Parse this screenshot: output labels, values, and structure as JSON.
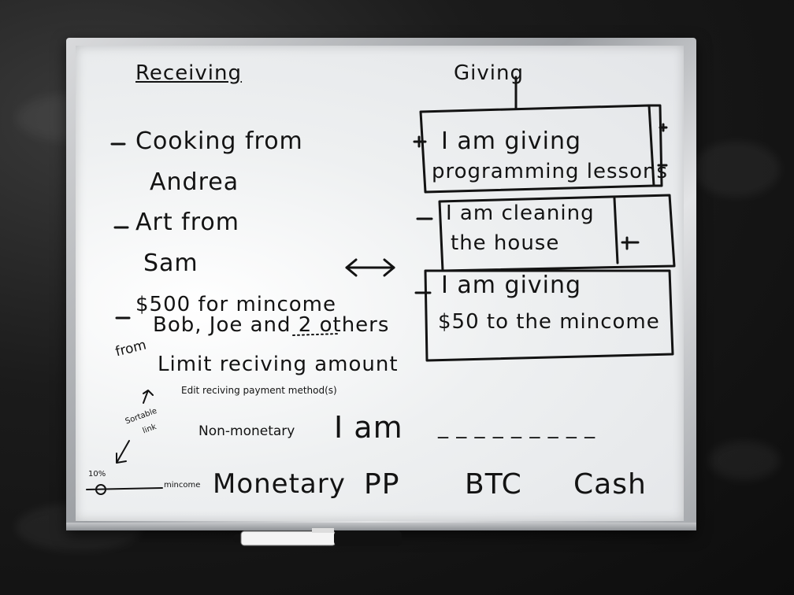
{
  "board": {
    "receiving_header": "Receiving",
    "giving_header": "Giving",
    "receiving_items": [
      {
        "line1": "Cooking from",
        "line2": "Andrea"
      },
      {
        "line1": "Art from",
        "line2": "Sam"
      },
      {
        "line1": "$500 for mincome",
        "line2": "Bob, Joe and 2 others"
      }
    ],
    "from_label": "from",
    "limit_note": "Limit reciving amount",
    "edit_note": "Edit reciving payment method(s)",
    "sortable_note": "Sortable",
    "link_note": "link",
    "giving_items": [
      {
        "line1": "I am giving",
        "line2": "programming lessons"
      },
      {
        "line1": "I am cleaning",
        "line2": "the house"
      },
      {
        "line1": "I am giving",
        "line2": "$50 to the mincome"
      }
    ],
    "non_monetary_label": "Non-monetary",
    "i_am_prompt": "I am",
    "blank_line": "_ _ _ _ _ _ _ _ _",
    "percent_label": "10%",
    "mincome_label": "mincome",
    "payment_options": [
      "Monetary",
      "PP",
      "BTC",
      "Cash"
    ]
  },
  "colors": {
    "ink": "#131313",
    "board": "#eef0f1",
    "frame": "#b9bcbf",
    "couch": "#1b1b1b"
  }
}
